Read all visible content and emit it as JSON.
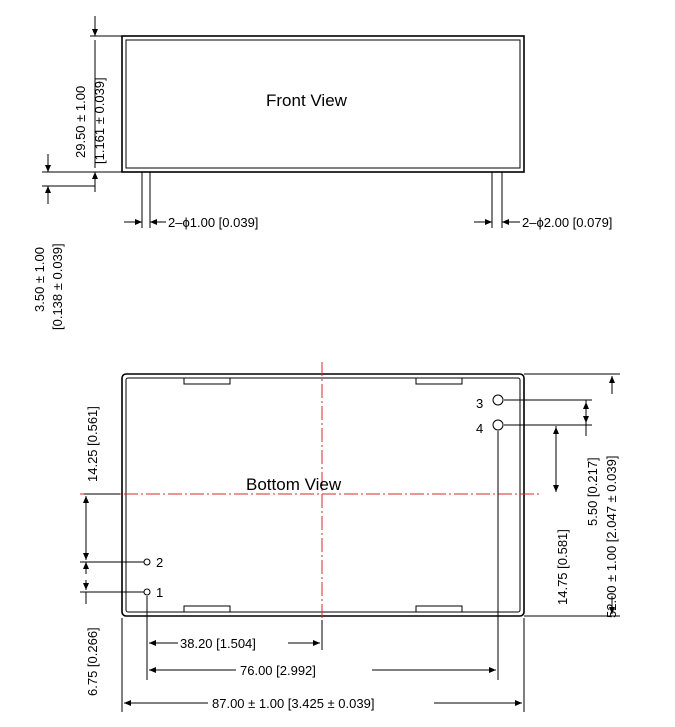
{
  "front_view": {
    "title": "Front View",
    "height_dim": "29.50 ± 1.00",
    "height_dim_inch": "[1.161 ± 0.039]",
    "pin_length_dim": "3.50 ± 1.00",
    "pin_length_dim_inch": "[0.138 ± 0.039]",
    "pin_small_label": "2–ϕ1.00 [0.039]",
    "pin_large_label": "2–ϕ2.00 [0.079]"
  },
  "bottom_view": {
    "title": "Bottom View",
    "pins": [
      "1",
      "2",
      "3",
      "4"
    ],
    "dim_14_25": "14.25 [0.561]",
    "dim_6_75": "6.75 [0.266]",
    "dim_38_20": "38.20 [1.504]",
    "dim_76_00": "76.00 [2.992]",
    "dim_87_00": "87.00 ± 1.00 [3.425 ± 0.039]",
    "dim_14_75": "14.75 [0.581]",
    "dim_5_50": "5.50 [0.217]",
    "dim_52_00": "52.00 ± 1.00 [2.047 ± 0.039]"
  }
}
